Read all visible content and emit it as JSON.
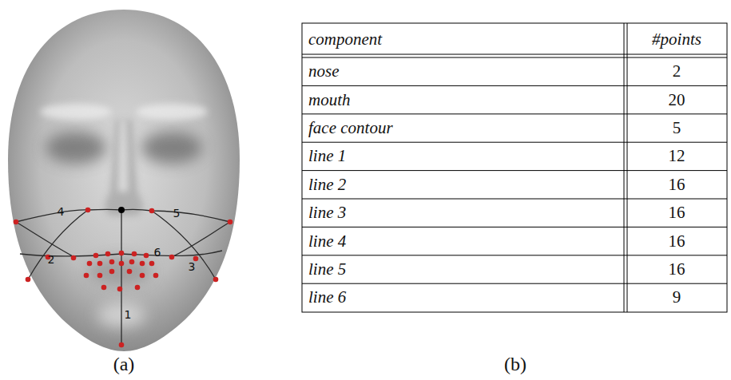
{
  "diagram": {
    "labels": [
      "4",
      "5",
      "2",
      "6",
      "3",
      "1",
      "(a)",
      "component",
      "#points",
      "nose",
      "2",
      "mouth",
      "20",
      "face contour",
      "5",
      "line 1",
      "12",
      "line 2",
      "16",
      "line 3",
      "16",
      "line 4",
      "16",
      "line 5",
      "16",
      "line 6",
      "9",
      "(b)"
    ]
  }
}
